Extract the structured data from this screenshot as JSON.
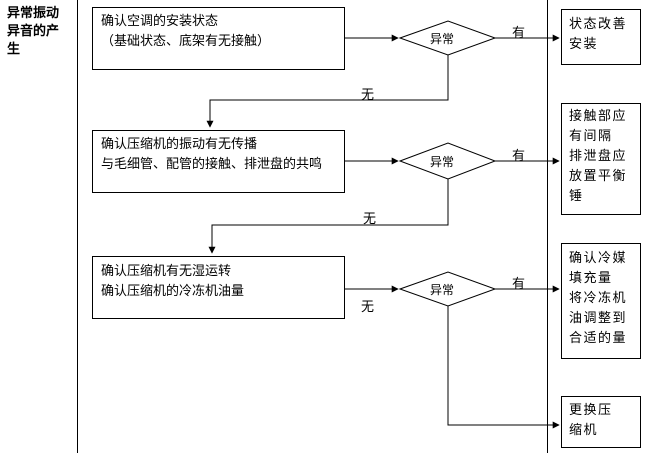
{
  "category": {
    "line1": "异常振动",
    "line2": "异音的产",
    "line3": "生"
  },
  "steps": [
    {
      "line1": "确认空调的安装状态",
      "line2": "（基础状态、底架有无接触）"
    },
    {
      "line1": "确认压缩机的振动有无传播",
      "line2": "与毛细管、配管的接触、排泄盘的共鸣"
    },
    {
      "line1": "确认压缩机有无湿运转",
      "line2": "确认压缩机的冷冻机油量"
    }
  ],
  "decision_label": "异常",
  "yes_label": "有",
  "no_label": "无",
  "results": [
    {
      "lines": [
        "状态改善",
        "安装"
      ]
    },
    {
      "lines": [
        "接触部应",
        "有间隔",
        "排泄盘应",
        "放置平衡",
        "锤"
      ]
    },
    {
      "lines": [
        "确认冷媒",
        "填充量",
        "将冷冻机",
        "油调整到",
        "合适的量"
      ]
    },
    {
      "lines": [
        "更换压",
        "缩机"
      ]
    }
  ]
}
